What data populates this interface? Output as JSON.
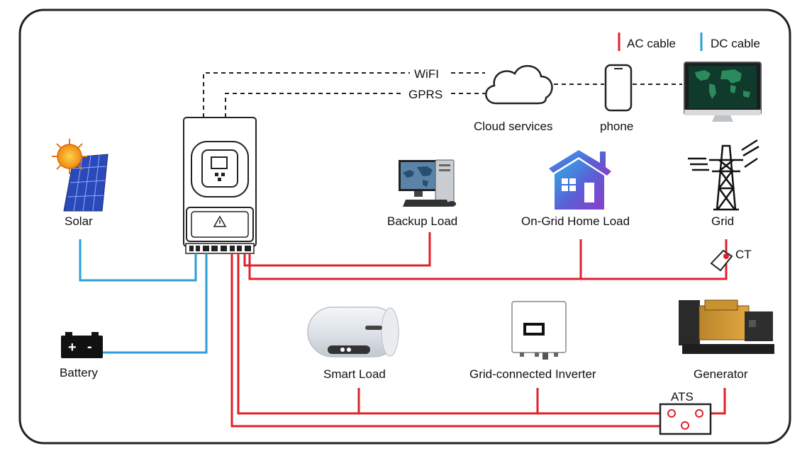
{
  "legend": {
    "ac": {
      "label": "AC cable",
      "color": "#e0202a"
    },
    "dc": {
      "label": "DC cable",
      "color": "#2a9fd6"
    }
  },
  "links": {
    "wifi": "WiFI",
    "gprs": "GPRS"
  },
  "nodes": {
    "solar": "Solar",
    "battery": "Battery",
    "cloud": "Cloud services",
    "phone": "phone",
    "backup_load": "Backup Load",
    "home_load": "On-Grid Home Load",
    "grid": "Grid",
    "ct": "CT",
    "smart_load": "Smart Load",
    "grid_inverter": "Grid-connected Inverter",
    "generator": "Generator",
    "ats": "ATS"
  },
  "icons": {
    "solar": "solar-panel-with-sun-icon",
    "battery": "battery-icon",
    "inverter": "hybrid-inverter-icon",
    "cloud": "cloud-icon",
    "phone": "smartphone-icon",
    "monitor": "world-map-monitor-icon",
    "computer": "desktop-computer-icon",
    "house": "house-icon",
    "tower": "transmission-tower-icon",
    "ct": "current-transformer-clamp-icon",
    "heater": "water-heater-icon",
    "grid_inverter": "string-inverter-icon",
    "generator": "diesel-generator-icon",
    "ats": "ats-switch-icon"
  },
  "colors": {
    "ac": "#e0202a",
    "dc": "#2a9fd6",
    "frame": "#222222"
  }
}
